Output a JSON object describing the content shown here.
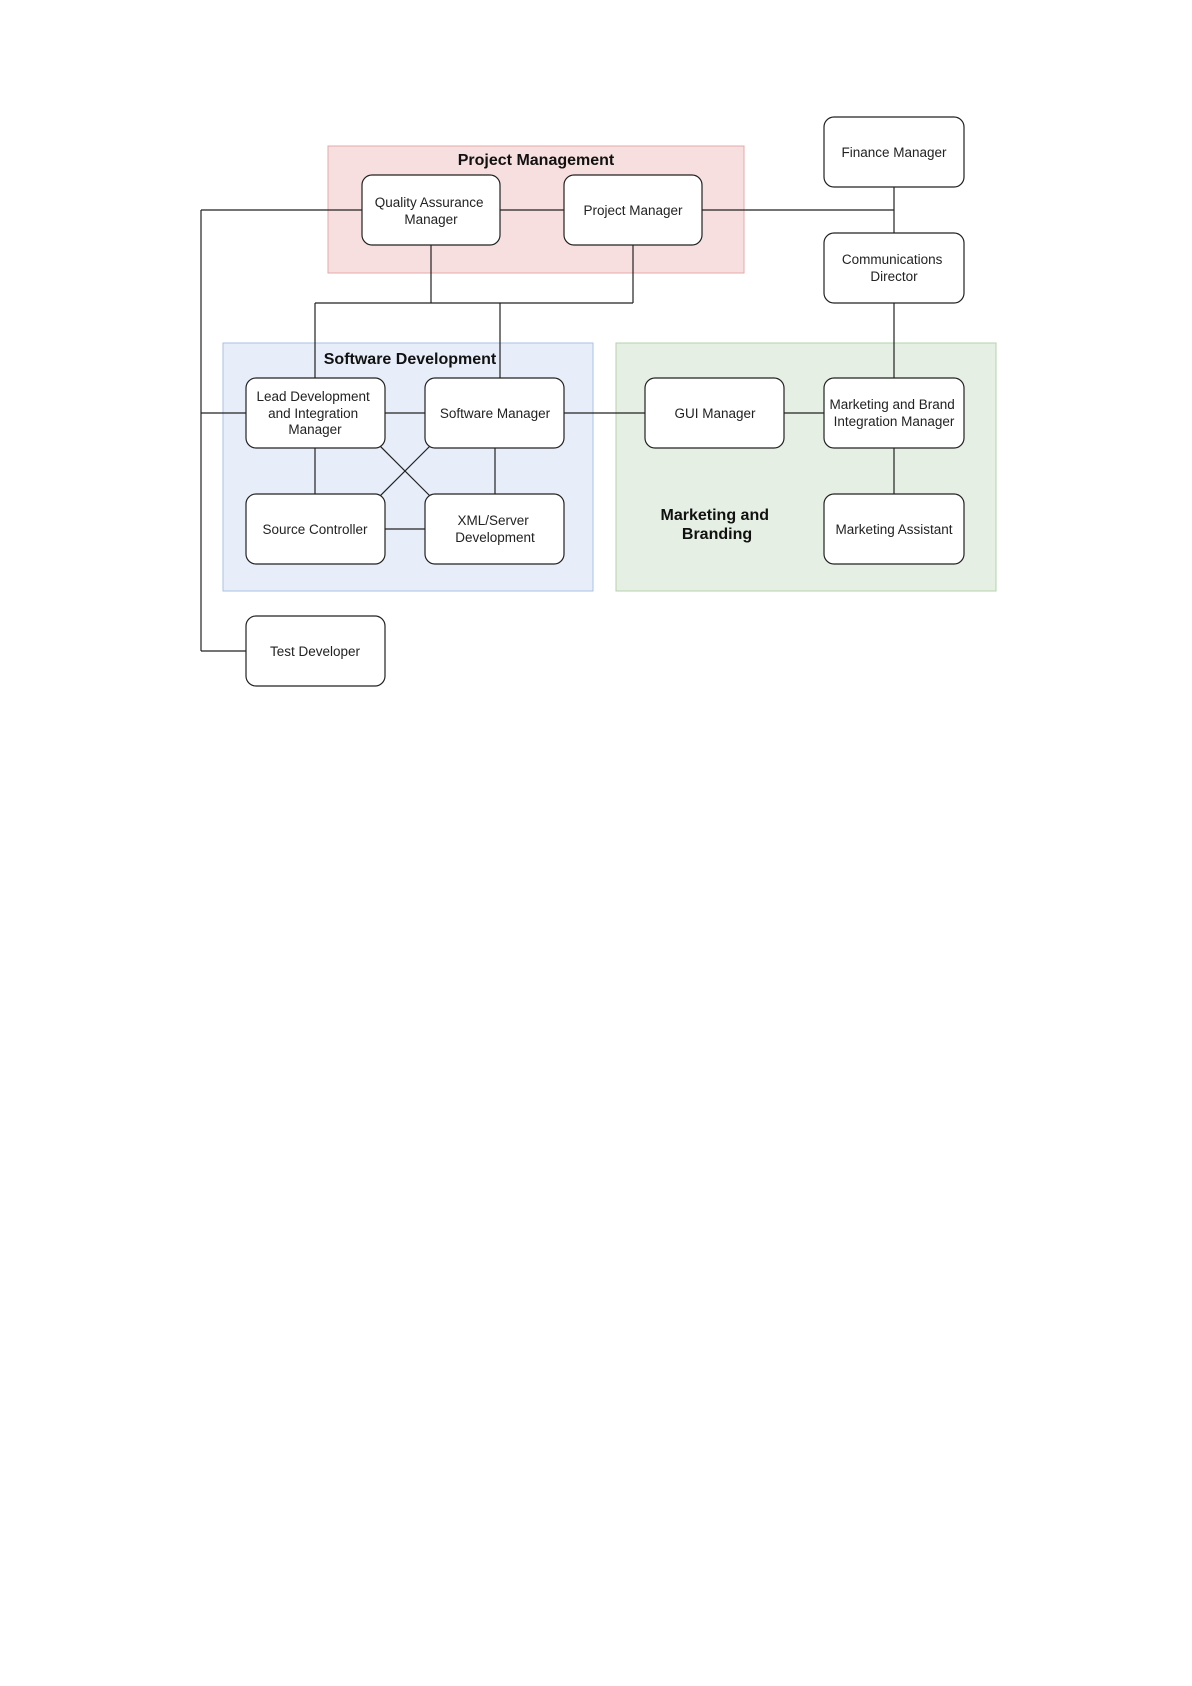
{
  "groups": {
    "project_management": {
      "label": "Project Management"
    },
    "software_development": {
      "label": "Software Development"
    },
    "marketing_branding": {
      "label_lines": [
        "Marketing and",
        "Branding"
      ]
    }
  },
  "nodes": {
    "finance_manager": {
      "lines": [
        "Finance Manager"
      ]
    },
    "quality_assurance_manager": {
      "lines": [
        "Quality Assurance",
        "Manager"
      ]
    },
    "project_manager": {
      "lines": [
        "Project Manager"
      ]
    },
    "communications_director": {
      "lines": [
        "Communications",
        "Director"
      ]
    },
    "lead_development_integration_manager": {
      "lines": [
        "Lead Development",
        "and Integration",
        "Manager"
      ]
    },
    "software_manager": {
      "lines": [
        "Software Manager"
      ]
    },
    "source_controller": {
      "lines": [
        "Source Controller"
      ]
    },
    "xml_server_development": {
      "lines": [
        "XML/Server",
        "Development"
      ]
    },
    "gui_manager": {
      "lines": [
        "GUI Manager"
      ]
    },
    "marketing_brand_integration_manager": {
      "lines": [
        "Marketing and Brand",
        "Integration Manager"
      ]
    },
    "marketing_assistant": {
      "lines": [
        "Marketing Assistant"
      ]
    },
    "test_developer": {
      "lines": [
        "Test Developer"
      ]
    }
  }
}
